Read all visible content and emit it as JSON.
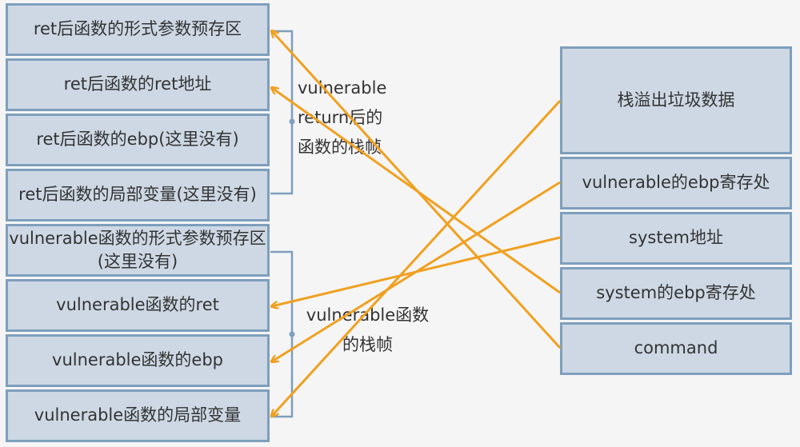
{
  "colors": {
    "box_fill": "#cdd8e4",
    "box_border": "#7e9fbd",
    "arrow": "#f0a020",
    "bracket": "#7e9fbd",
    "text": "#333333",
    "background": "#f5f5f5"
  },
  "left_stack": [
    "ret后函数的形式参数预存区",
    "ret后函数的ret地址",
    "ret后函数的ebp(这里没有)",
    "ret后函数的局部变量(这里没有)",
    "vulnerable函数的形式参数预存区(这里没有)",
    "vulnerable函数的ret",
    "vulnerable函数的ebp",
    "vulnerable函数的局部变量"
  ],
  "right_stack": [
    "栈溢出垃圾数据",
    "vulnerable的ebp寄存处",
    "system地址",
    "system的ebp寄存处",
    "command"
  ],
  "brackets": {
    "upper": "vulnerable\nreturn后的\n函数的栈帧",
    "lower": "vulnerable函数\n的栈帧"
  }
}
